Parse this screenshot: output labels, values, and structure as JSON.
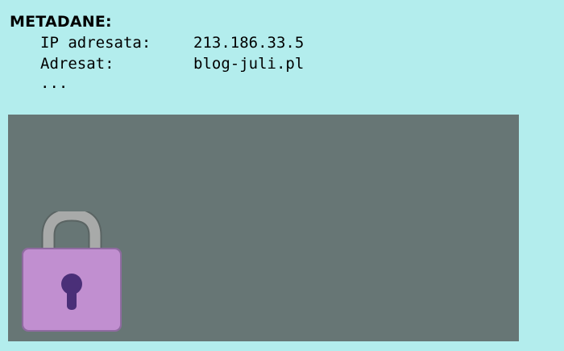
{
  "metadata": {
    "title": "METADANE:",
    "rows": [
      {
        "key": "IP adresata:",
        "value": "213.186.33.5"
      },
      {
        "key": "Adresat:",
        "value": "blog-juli.pl"
      },
      {
        "key": "...",
        "value": ""
      }
    ]
  },
  "payload": {
    "background_color": "#677675",
    "icon": "padlock-icon",
    "icon_body_color": "#c18fd0",
    "icon_shackle_color": "#a8aaa9",
    "icon_keyhole_color": "#4a2f78"
  }
}
